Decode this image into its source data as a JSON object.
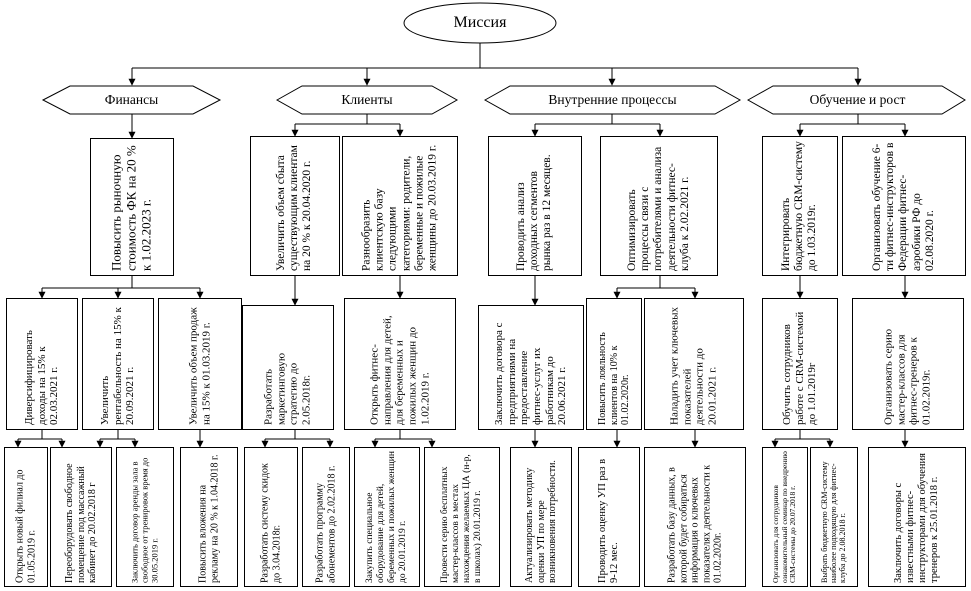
{
  "mission": "Миссия",
  "perspectives": [
    {
      "label": "Финансы"
    },
    {
      "label": "Клиенты"
    },
    {
      "label": "Внутренние процессы"
    },
    {
      "label": "Обучение и рост"
    }
  ],
  "goals": [
    {
      "text": "Повысить рыночную стоимость ФК на 20 % к 1.02.2023 г."
    },
    {
      "text": "Увеличить объем сбыта существующим клиентам на 20 % к 20.04.2020 г."
    },
    {
      "text": "Разнообразить клиентскую базу следующими категориями: родители, беременные и пожилые женщины до 20.03.2019 г."
    },
    {
      "text": "Проводить анализ доходных сегментов рынка раз в 12 месяцев."
    },
    {
      "text": "Оптимизировать процессы связи с потребителями и анализа деятельности фитнес-клуба к 2.02.2021 г."
    },
    {
      "text": "Интегрировать бюджетную CRM-систему до 1.03.2019г."
    },
    {
      "text": "Организовать обучение 6-ти фитнес-инструкторов в Федерации фитнес-аэробики РФ до 02.08.2020 г."
    }
  ],
  "subgoals": [
    {
      "text": "Диверсифицировать доходы на 15% к 02.03.2021 г."
    },
    {
      "text": "Увеличить рентабельность на 15% к 20.09.2021 г."
    },
    {
      "text": "Увеличить объем продаж на 15% к 01.03.2019 г."
    },
    {
      "text": "Разработать маркетинговую стратегию до 2.05.2018г."
    },
    {
      "text": "Открыть фитнес-направления для детей, для беременных и пожилых женщин до 1.02.2019 г."
    },
    {
      "text": "Заключить договора с предприятиями на предоставление фитнес-услуг их работникам до 20.06.2021 г."
    },
    {
      "text": "Повысить лояльность клиентов на 10% к 01.02.2020г."
    },
    {
      "text": "Наладить учет ключевых показателей деятельности до 20.01.2021 г."
    },
    {
      "text": "Обучить сотрудников работе с CRM-системой до 1.01.2019г"
    },
    {
      "text": "Организовать серию мастер-классов для фитнес-тренеров к 01.02.2019г."
    }
  ],
  "tasks": [
    {
      "text": "Открыть новый филиал до 01.05.2019 г."
    },
    {
      "text": "Переоборудовать свободное помещение под массажный кабинет до 20.02.2018 г"
    },
    {
      "text": "Заключить договор аренды зала в свободное от тренировок время до 30.05.2019 г."
    },
    {
      "text": "Повысить вложения на рекламу на 20 % к 1.04.2018 г."
    },
    {
      "text": "Разработать систему скидок до 3.04.2018г."
    },
    {
      "text": "Разработать программу абонементов до 2.02.2018 г."
    },
    {
      "text": "Закупить специальное оборудование для детей, беременных и пожилых женщин до 20.01.2019 г."
    },
    {
      "text": "Провести серию бесплатных мастер-классов в местах нахождения желаемых ЦА (н-р, в школах) 20.01.2019 г."
    },
    {
      "text": "Актуализировать методику оценки УП по мере возникновения потребности."
    },
    {
      "text": "Проводить оценку УП раз в 9-12 мес."
    },
    {
      "text": "Разработать базу данных, в которой будет собираться информация о ключевых показателях деятельности к 01.02.2020г."
    },
    {
      "text": "Организовать для сотрудников ознакомительный семинар по внедрению CRM-системы до 20.07.2018 г."
    },
    {
      "text": "Выбрать бюджетную CRM-систему наиболее подходящую для фитнес-клуба до 2.08.2018 г."
    },
    {
      "text": "Заключить договоры с известными фитнес-инструкторами для обучения тренеров к 25.01.2018 г."
    }
  ]
}
